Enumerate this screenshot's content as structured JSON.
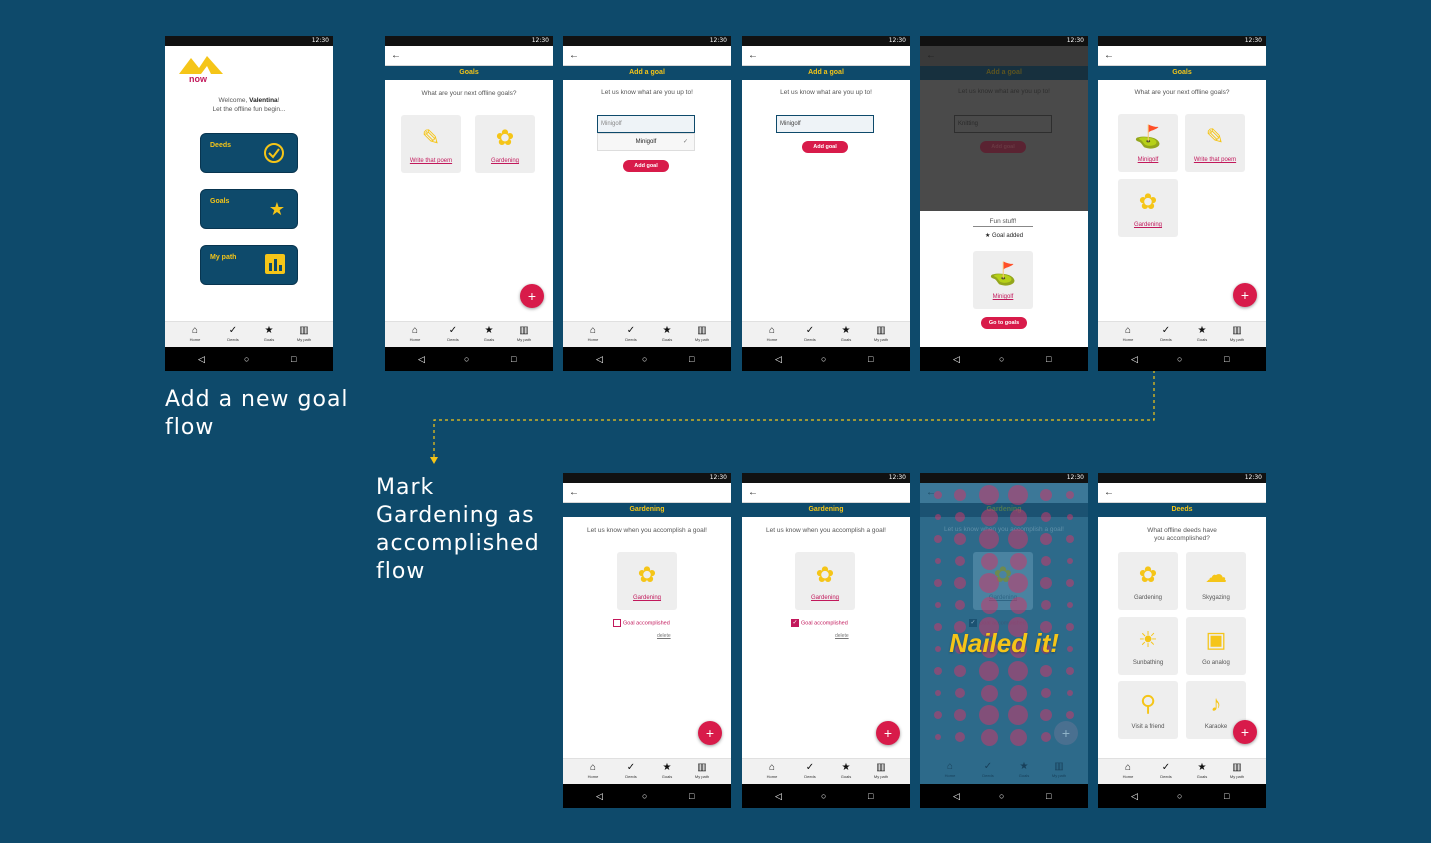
{
  "colors": {
    "bg": "#0e4a6b",
    "accent": "#f5c518",
    "primary": "#d81b4a",
    "link": "#c2185b"
  },
  "status_time": "12:30",
  "headings": {
    "flow1": "Add a new goal flow",
    "flow2": "Mark Gardening as accomplished flow"
  },
  "nav": {
    "home": "Home",
    "deeds": "Deeds",
    "goals": "Goals",
    "path": "My path"
  },
  "home_screen": {
    "logo": "now",
    "welcome_prefix": "Welcome, ",
    "welcome_name": "Valentina",
    "welcome_suffix": "!",
    "subtitle": "Let the offline fun begin...",
    "buttons": [
      "Deeds",
      "Goals",
      "My path"
    ]
  },
  "goals_screen": {
    "title": "Goals",
    "prompt": "What are your next offline goals?",
    "tiles": [
      "Write that poem",
      "Gardening"
    ]
  },
  "add_goal_screen": {
    "title": "Add a goal",
    "prompt": "Let us know what are you up to!",
    "placeholder": "Minigolf",
    "option": "Minigolf",
    "typed": "Minigolf",
    "button": "Add goal"
  },
  "dialog_screen": {
    "bg_input": "Knitting",
    "bg_button": "Add goal",
    "heading": "Fun stuff!",
    "added": "Goal added",
    "tile": "Minigolf",
    "button": "Go to goals"
  },
  "goals_updated": {
    "title": "Goals",
    "prompt": "What are your next offline goals?",
    "tiles": [
      "Minigolf",
      "Write that poem",
      "Gardening"
    ]
  },
  "gardening_screen": {
    "title": "Gardening",
    "prompt": "Let us know when you accomplish a goal!",
    "tile": "Gardening",
    "checkbox": "Goal accomplished",
    "delete": "delete"
  },
  "nailed_screen": {
    "message": "Nailed it!"
  },
  "deeds_screen": {
    "title": "Deeds",
    "prompt_line1": "What offline deeds have",
    "prompt_line2": "you accomplished?",
    "tiles": [
      "Gardening",
      "Skygazing",
      "Sunbathing",
      "Go analog",
      "Visit a friend",
      "Karaoke"
    ]
  }
}
